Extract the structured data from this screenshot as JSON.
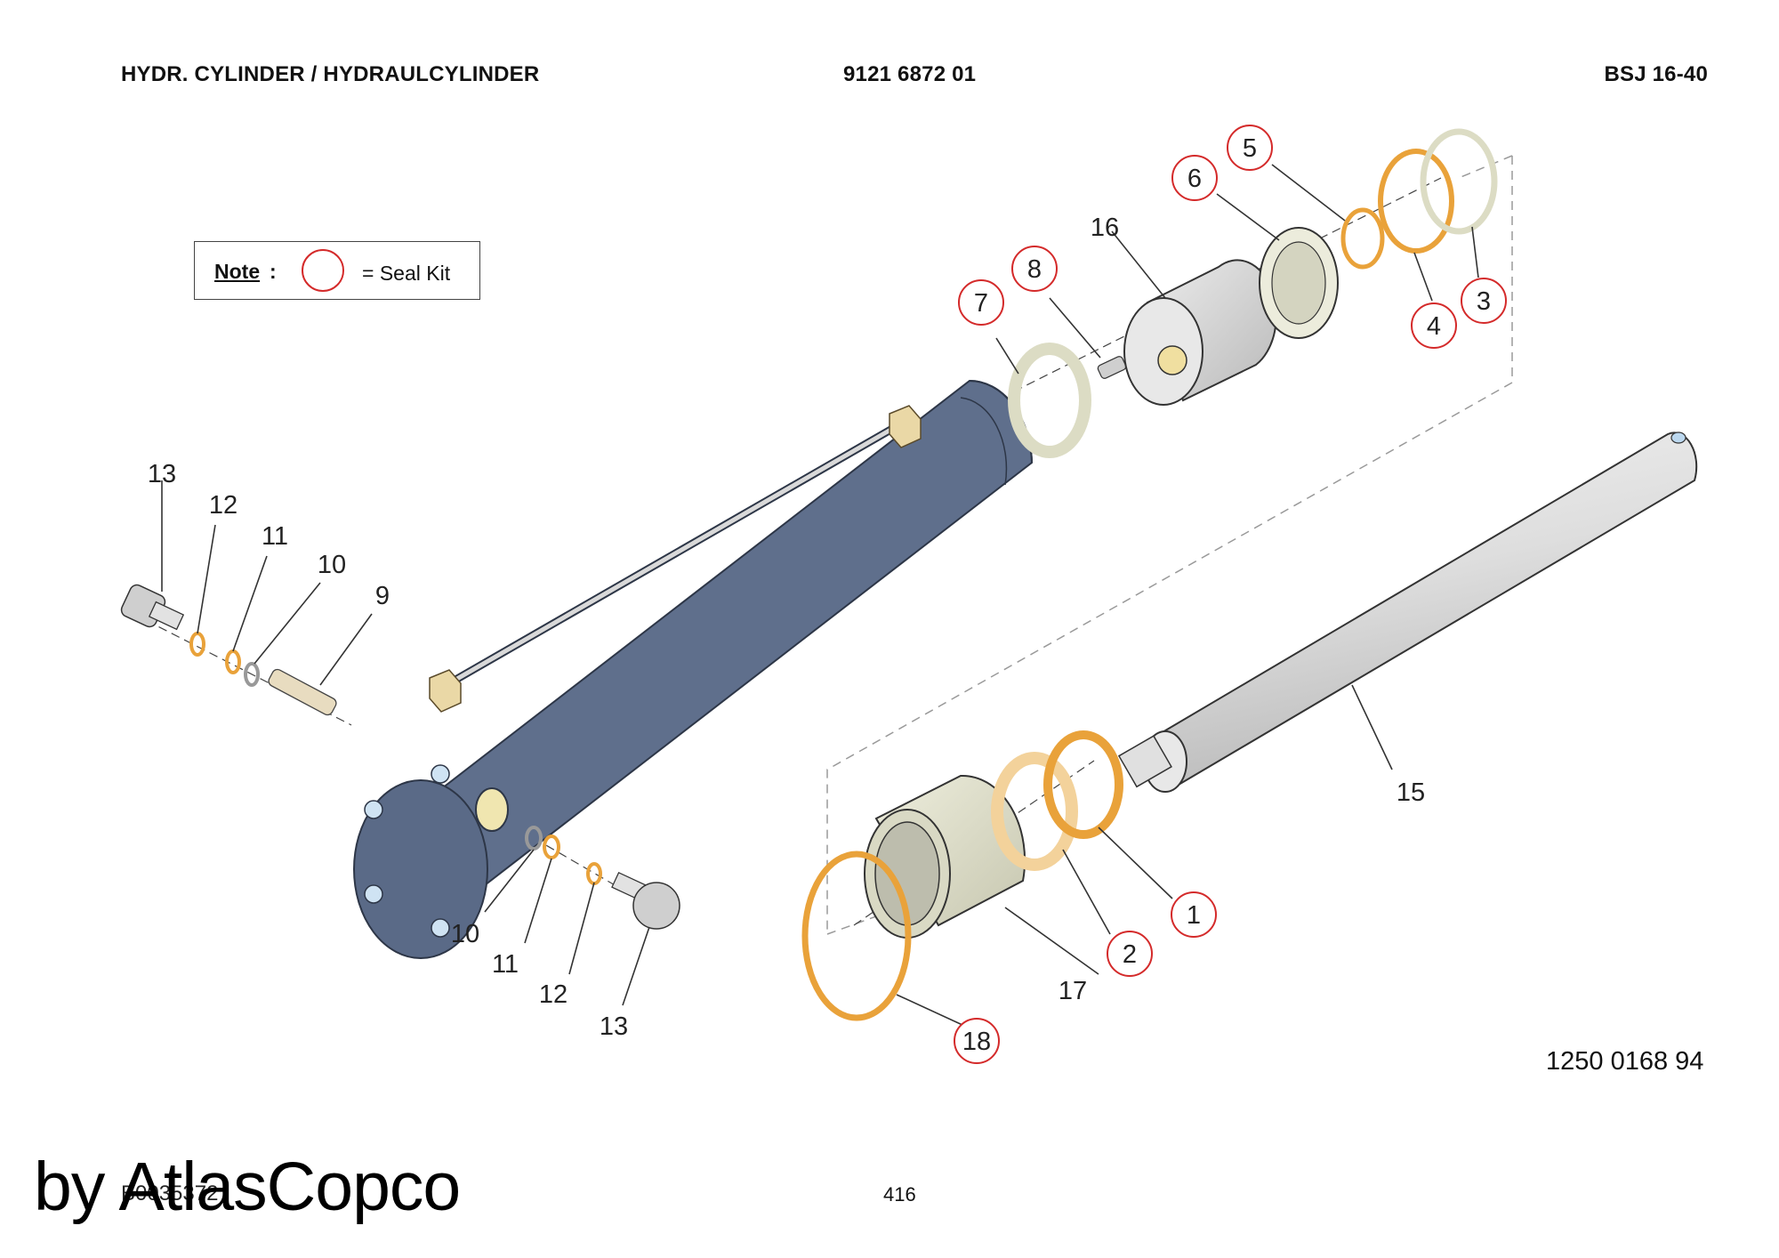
{
  "header": {
    "title": "HYDR. CYLINDER / HYDRAULCYLINDER",
    "part_number": "9121 6872 01",
    "model": "BSJ 16-40"
  },
  "legend": {
    "label": "Note",
    "colon": ":",
    "text": "= Seal Kit",
    "seal_color": "#d42a2a"
  },
  "callouts": {
    "c1": "1",
    "c2": "2",
    "c3": "3",
    "c4": "4",
    "c5": "5",
    "c6": "6",
    "c7": "7",
    "c8": "8",
    "c9": "9",
    "c10a": "10",
    "c10b": "10",
    "c11a": "11",
    "c11b": "11",
    "c12a": "12",
    "c12b": "12",
    "c13a": "13",
    "c13b": "13",
    "c15": "15",
    "c16": "16",
    "c17": "17",
    "c18": "18"
  },
  "seal_kit_items": [
    "1",
    "2",
    "3",
    "4",
    "5",
    "6",
    "7",
    "8",
    "18"
  ],
  "document_number": "1250 0168 94",
  "page_number": "416",
  "reference_code": "B0035372",
  "watermark": "by AtlasCopco",
  "colors": {
    "barrel": "#5f6f8c",
    "seal_orange": "#e9a23a",
    "gland": "#dcdcc4",
    "rod": "#dedede"
  }
}
